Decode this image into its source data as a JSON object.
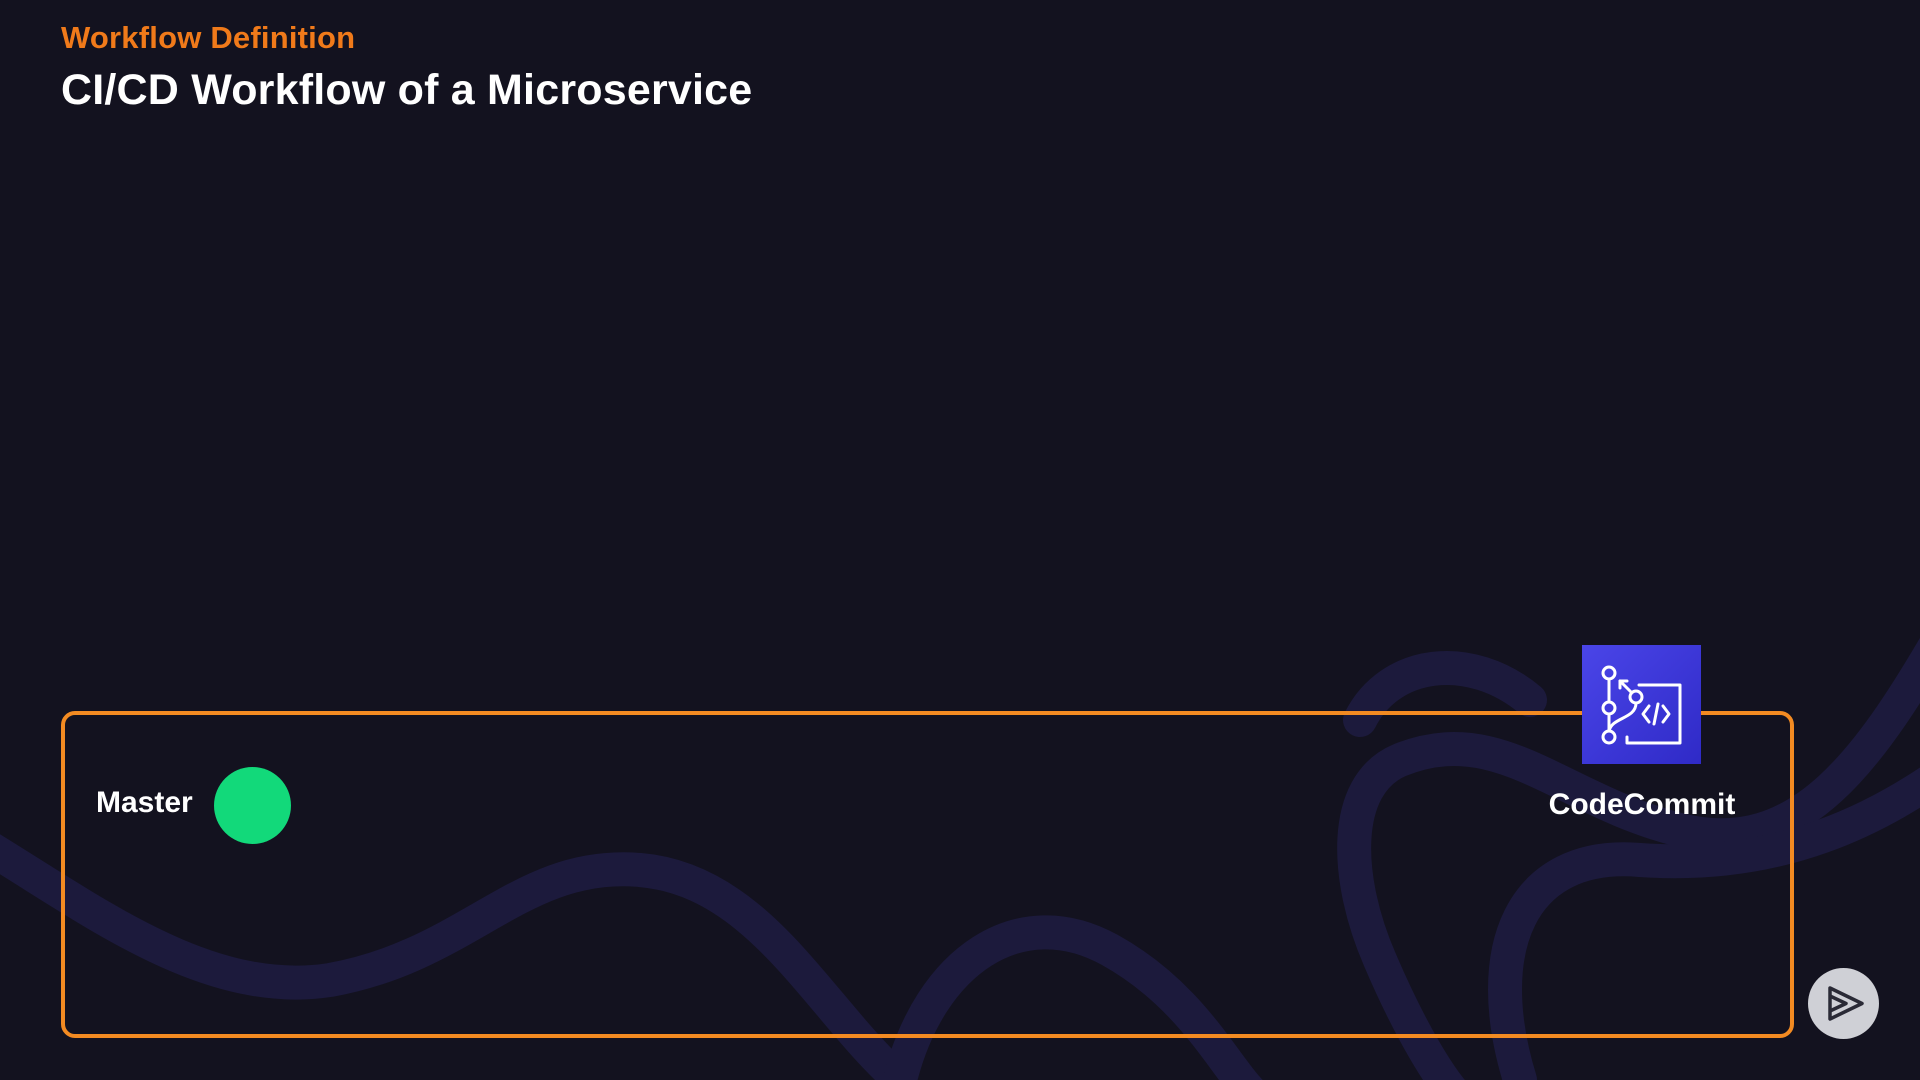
{
  "slide": {
    "eyebrow": "Workflow Definition",
    "title": "CI/CD Workflow of a Microservice"
  },
  "repository": {
    "branch_label": "Master",
    "service_label": "CodeCommit",
    "service_icon": "codecommit-icon",
    "commit_icon": "commit-dot"
  },
  "colors": {
    "background": "#13121f",
    "accent": "#f38b22",
    "eyebrow": "#f07a1a",
    "commit": "#12d97a",
    "service_tile": "#3b36d8"
  },
  "controls": {
    "play_icon": "play-icon"
  }
}
